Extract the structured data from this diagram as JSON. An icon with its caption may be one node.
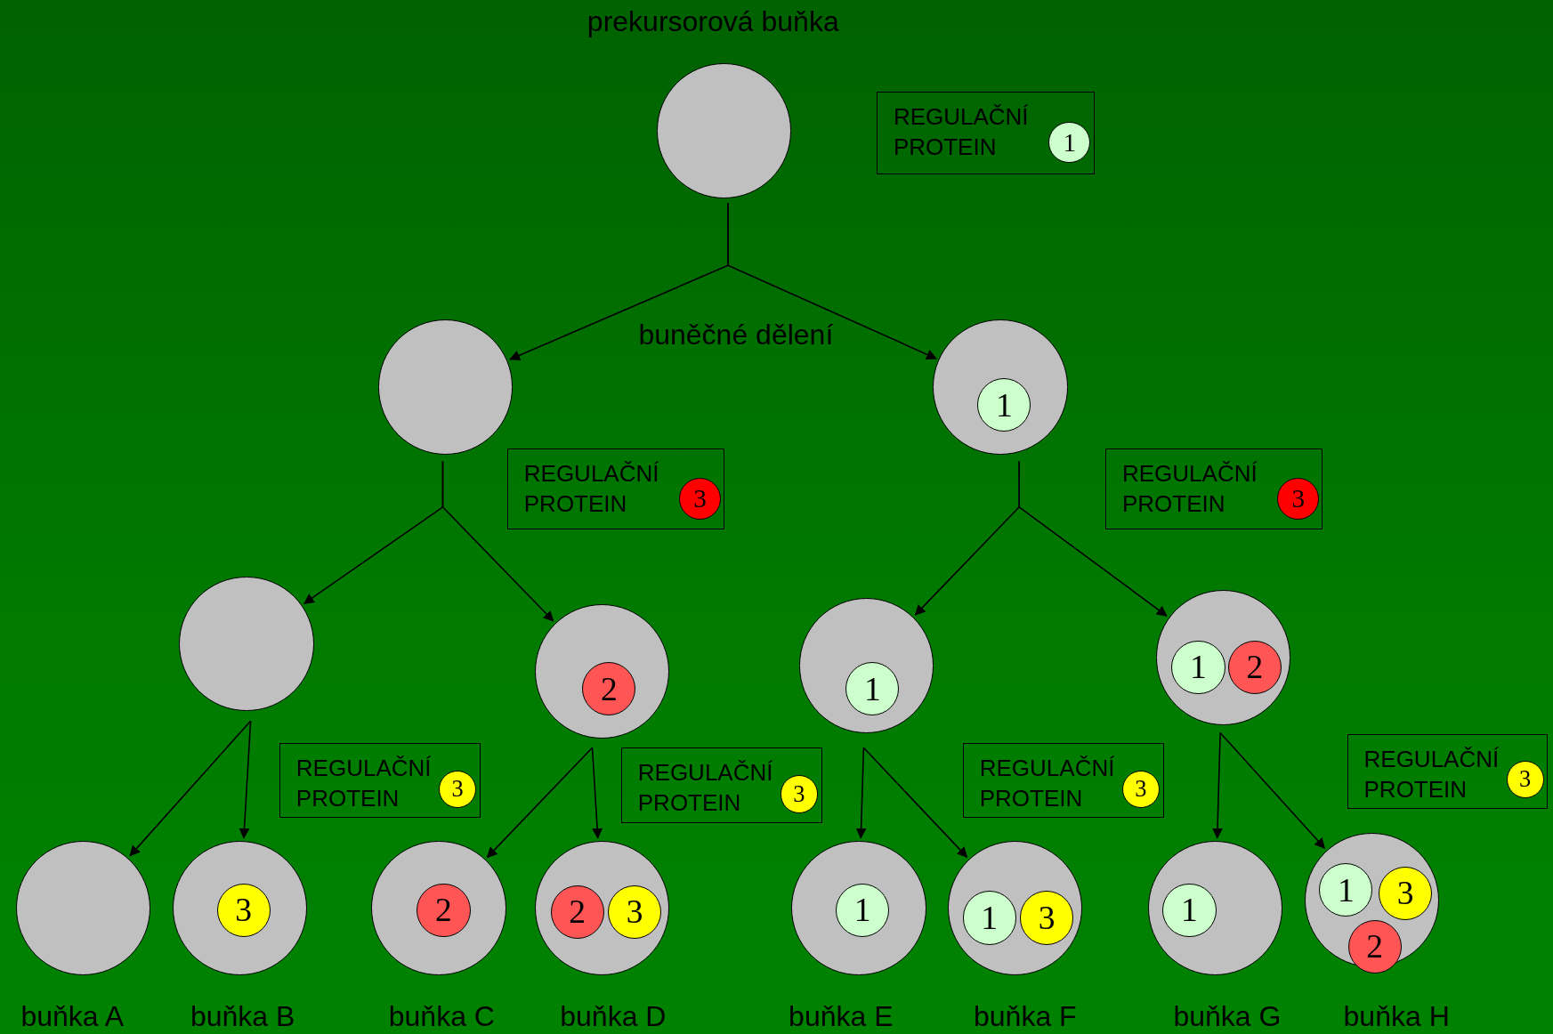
{
  "diagram": {
    "nodes": [
      {
        "text": [],
        "shape": "circle",
        "beside": [
          "prekursorová buňka"
        ]
      },
      {
        "text": [
          "REGULAČNÍ PROTEIN"
        ]
      },
      {
        "text": [
          "1"
        ],
        "in": 1
      },
      {
        "text": [],
        "shape": "circle"
      },
      {
        "text": [],
        "shape": "circle"
      },
      {
        "text": [
          "1"
        ],
        "in": 4
      },
      {
        "text": [
          "REGULAČNÍ PROTEIN"
        ]
      },
      {
        "text": [
          "3"
        ],
        "in": 6
      },
      {
        "text": [
          "REGULAČNÍ PROTEIN"
        ]
      },
      {
        "text": [
          "3"
        ],
        "in": 8
      },
      {
        "text": [],
        "shape": "circle"
      },
      {
        "text": [],
        "shape": "circle"
      },
      {
        "text": [
          "2"
        ],
        "in": 11
      },
      {
        "text": [],
        "shape": "circle"
      },
      {
        "text": [
          "1"
        ],
        "in": 13
      },
      {
        "text": [],
        "shape": "circle"
      },
      {
        "text": [
          "1"
        ],
        "in": 15
      },
      {
        "text": [
          "2"
        ],
        "in": 15
      },
      {
        "text": [
          "REGULAČNÍ PROTEIN"
        ]
      },
      {
        "text": [
          "3"
        ],
        "in": 18
      },
      {
        "text": [
          "REGULAČNÍ PROTEIN"
        ]
      },
      {
        "text": [
          "3"
        ],
        "in": 20
      },
      {
        "text": [
          "REGULAČNÍ PROTEIN"
        ]
      },
      {
        "text": [
          "3"
        ],
        "in": 22
      },
      {
        "text": [
          "REGULAČNÍ PROTEIN"
        ]
      },
      {
        "text": [
          "3"
        ],
        "in": 24
      },
      {
        "text": [],
        "shape": "circle",
        "beside": [
          "buňka A"
        ]
      },
      {
        "text": [],
        "shape": "circle",
        "beside": [
          "buňka B"
        ]
      },
      {
        "text": [
          "3"
        ],
        "in": 27
      },
      {
        "text": [],
        "shape": "circle",
        "beside": [
          "buňka C"
        ]
      },
      {
        "text": [
          "2"
        ],
        "in": 29
      },
      {
        "text": [],
        "shape": "circle",
        "beside": [
          "buňka D"
        ]
      },
      {
        "text": [
          "2"
        ],
        "in": 31
      },
      {
        "text": [
          "3"
        ],
        "in": 31
      },
      {
        "text": [],
        "shape": "circle",
        "beside": [
          "buňka E"
        ]
      },
      {
        "text": [
          "1"
        ],
        "in": 34
      },
      {
        "text": [],
        "shape": "circle",
        "beside": [
          "buňka F"
        ]
      },
      {
        "text": [
          "1"
        ],
        "in": 36
      },
      {
        "text": [
          "3"
        ],
        "in": 36
      },
      {
        "text": [],
        "shape": "circle",
        "beside": [
          "buňka G"
        ]
      },
      {
        "text": [
          "1"
        ],
        "in": 39
      },
      {
        "text": [],
        "shape": "circle",
        "beside": [
          "buňka H"
        ]
      },
      {
        "text": [
          "1"
        ],
        "in": 41
      },
      {
        "text": [
          "3"
        ],
        "in": 41
      },
      {
        "text": [
          "2"
        ],
        "in": 41
      }
    ],
    "edges": [
      {
        "from": 0,
        "to": 3,
        "arrow": "to"
      },
      {
        "from": 0,
        "to": 4,
        "arrow": "to"
      },
      {
        "from": 3,
        "to": 10,
        "arrow": "to"
      },
      {
        "from": 3,
        "to": 11,
        "arrow": "to"
      },
      {
        "from": 4,
        "to": 13,
        "arrow": "to"
      },
      {
        "from": 4,
        "to": 15,
        "arrow": "to"
      },
      {
        "from": 10,
        "to": 26,
        "arrow": "to"
      },
      {
        "from": 10,
        "to": 27,
        "arrow": "to"
      },
      {
        "from": 11,
        "to": 29,
        "arrow": "to"
      },
      {
        "from": 11,
        "to": 31,
        "arrow": "to"
      },
      {
        "from": 13,
        "to": 34,
        "arrow": "to"
      },
      {
        "from": 13,
        "to": 36,
        "arrow": "to"
      },
      {
        "from": 15,
        "to": 39,
        "arrow": "to"
      },
      {
        "from": 15,
        "to": 41,
        "arrow": "to"
      }
    ],
    "labels": [
      "buněčné dělení"
    ]
  }
}
